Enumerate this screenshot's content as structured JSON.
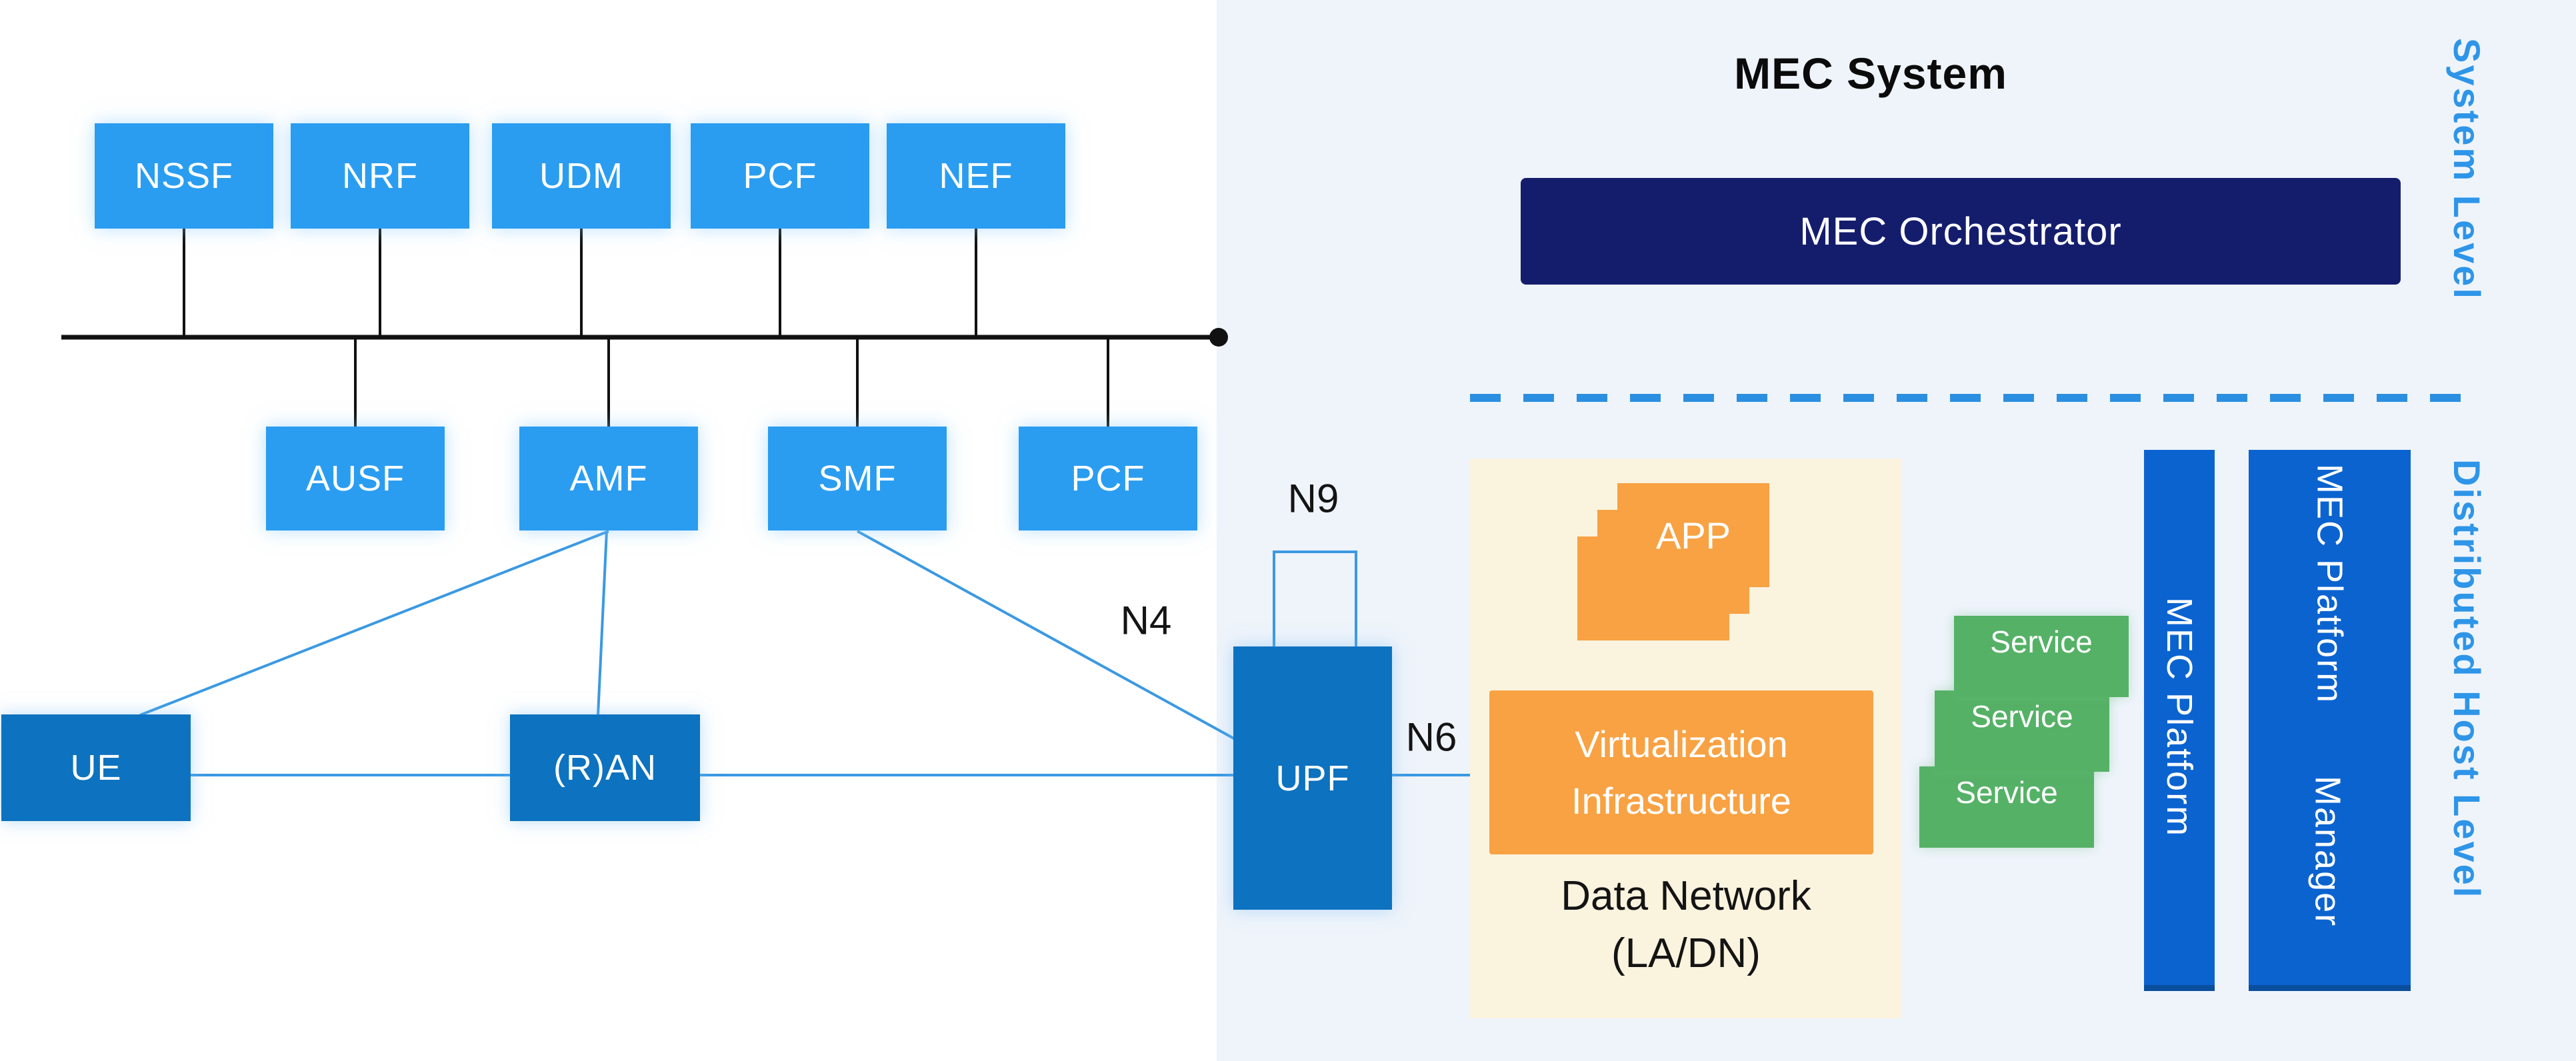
{
  "colors": {
    "bright_blue": "#2A9DF1",
    "core_blue": "#0D72BF",
    "bar_blue": "#0B63D0",
    "navy": "#141D6C",
    "orange": "#F8A243",
    "cream_panel": "#FAF3DE",
    "green": "#55B166",
    "right_panel_bg": "#EFF4FB",
    "accent_blue": "#2E95E8",
    "wire_blue": "#3B99E2",
    "wire_black": "#111111"
  },
  "core_network": {
    "top_row": [
      "NSSF",
      "NRF",
      "UDM",
      "PCF",
      "NEF"
    ],
    "mid_row": [
      "AUSF",
      "AMF",
      "SMF",
      "PCF"
    ],
    "ue": "UE",
    "ran": "(R)AN",
    "upf": "UPF",
    "interfaces": {
      "n9": "N9",
      "n4": "N4",
      "n6": "N6"
    }
  },
  "mec": {
    "title": "MEC System",
    "orchestrator": "MEC Orchestrator",
    "app": "APP",
    "virtualization_lines": [
      "Virtualization",
      "Infrastructure"
    ],
    "data_network_lines": [
      "Data Network",
      "(LA/DN)"
    ],
    "services": [
      "Service",
      "Service",
      "Service"
    ],
    "platform": "MEC Platform",
    "platform_manager_lines": [
      "MEC Platform",
      "Manager"
    ]
  },
  "levels": {
    "system": "System Level",
    "host": "Distributed Host Level"
  }
}
